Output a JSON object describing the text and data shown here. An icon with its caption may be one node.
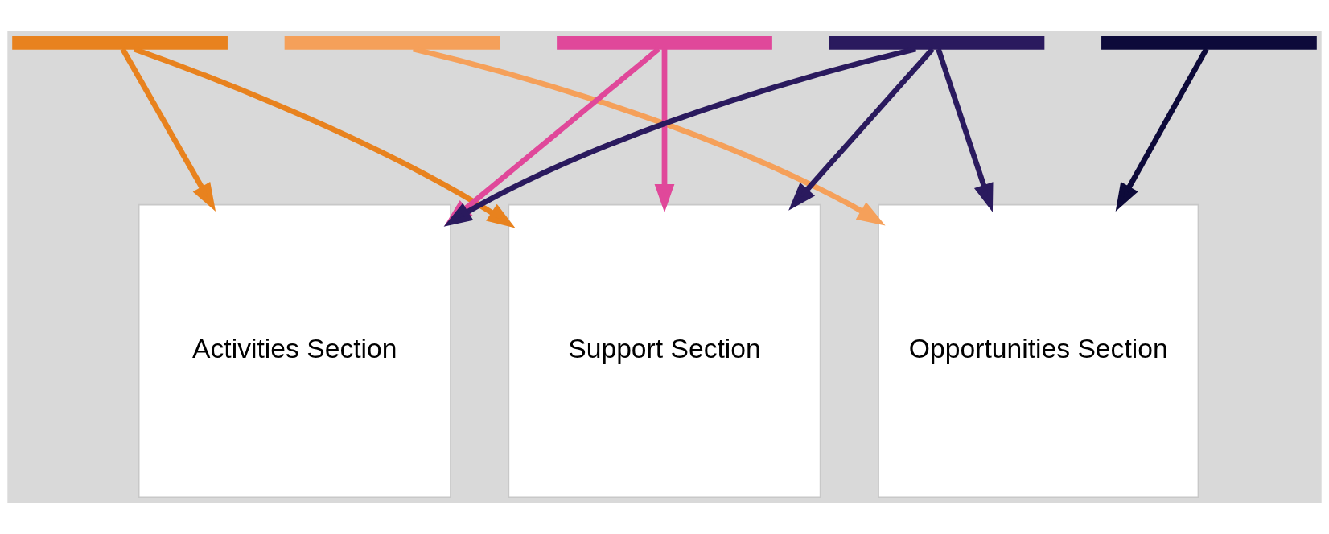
{
  "diagram": {
    "nodes": [
      {
        "text": [],
        "shape": "bar"
      },
      {
        "text": [],
        "shape": "bar"
      },
      {
        "text": [],
        "shape": "bar"
      },
      {
        "text": [],
        "shape": "bar"
      },
      {
        "text": [],
        "shape": "bar"
      },
      {
        "text": [
          "Activities Section"
        ]
      },
      {
        "text": [
          "Support Section"
        ]
      },
      {
        "text": [
          "Opportunities Section"
        ]
      }
    ],
    "edges": [
      {
        "from": 0,
        "to": 5,
        "arrow": "to",
        "color": "#e8821e"
      },
      {
        "from": 0,
        "to": 6,
        "arrow": "to",
        "color": "#e8821e"
      },
      {
        "from": 1,
        "to": 7,
        "arrow": "to",
        "color": "#f5a05a"
      },
      {
        "from": 2,
        "to": 5,
        "arrow": "to",
        "color": "#e0489a"
      },
      {
        "from": 2,
        "to": 6,
        "arrow": "to",
        "color": "#e0489a"
      },
      {
        "from": 3,
        "to": 5,
        "arrow": "to",
        "color": "#2a1a5e"
      },
      {
        "from": 3,
        "to": 6,
        "arrow": "to",
        "color": "#2a1a5e"
      },
      {
        "from": 3,
        "to": 7,
        "arrow": "to",
        "color": "#2a1a5e"
      },
      {
        "from": 4,
        "to": 7,
        "arrow": "to",
        "color": "#0d0a3a"
      }
    ]
  }
}
